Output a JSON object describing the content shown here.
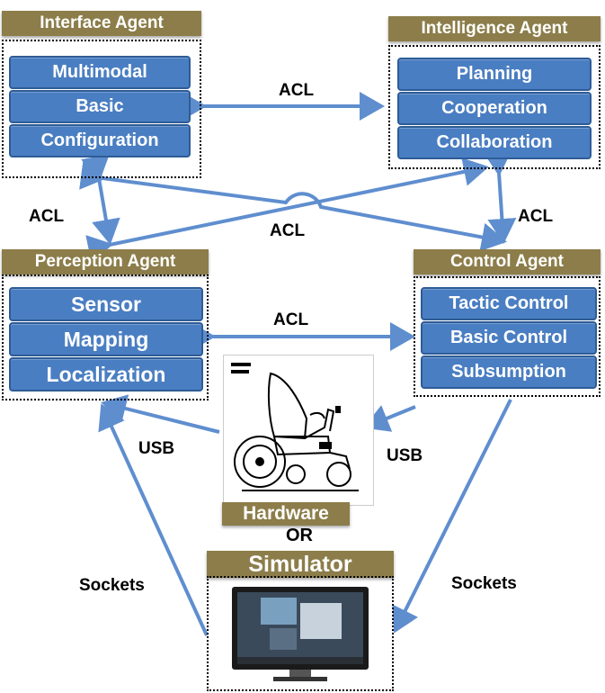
{
  "agents": {
    "interface": {
      "title": "Interface Agent",
      "modules": [
        "Multimodal",
        "Basic",
        "Configuration"
      ]
    },
    "intelligence": {
      "title": "Intelligence Agent",
      "modules": [
        "Planning",
        "Cooperation",
        "Collaboration"
      ]
    },
    "perception": {
      "title": "Perception Agent",
      "modules": [
        "Sensor",
        "Mapping",
        "Localization"
      ]
    },
    "control": {
      "title": "Control Agent",
      "modules": [
        "Tactic Control",
        "Basic Control",
        "Subsumption"
      ]
    }
  },
  "links": {
    "acl": "ACL",
    "usb": "USB",
    "sockets": "Sockets",
    "or": "OR"
  },
  "hardware": {
    "label": "Hardware"
  },
  "simulator": {
    "label": "Simulator"
  },
  "colors": {
    "module_fill": "#4a7ec2",
    "header_fill": "#8c7d4a",
    "arrow": "#5f8ecf"
  }
}
